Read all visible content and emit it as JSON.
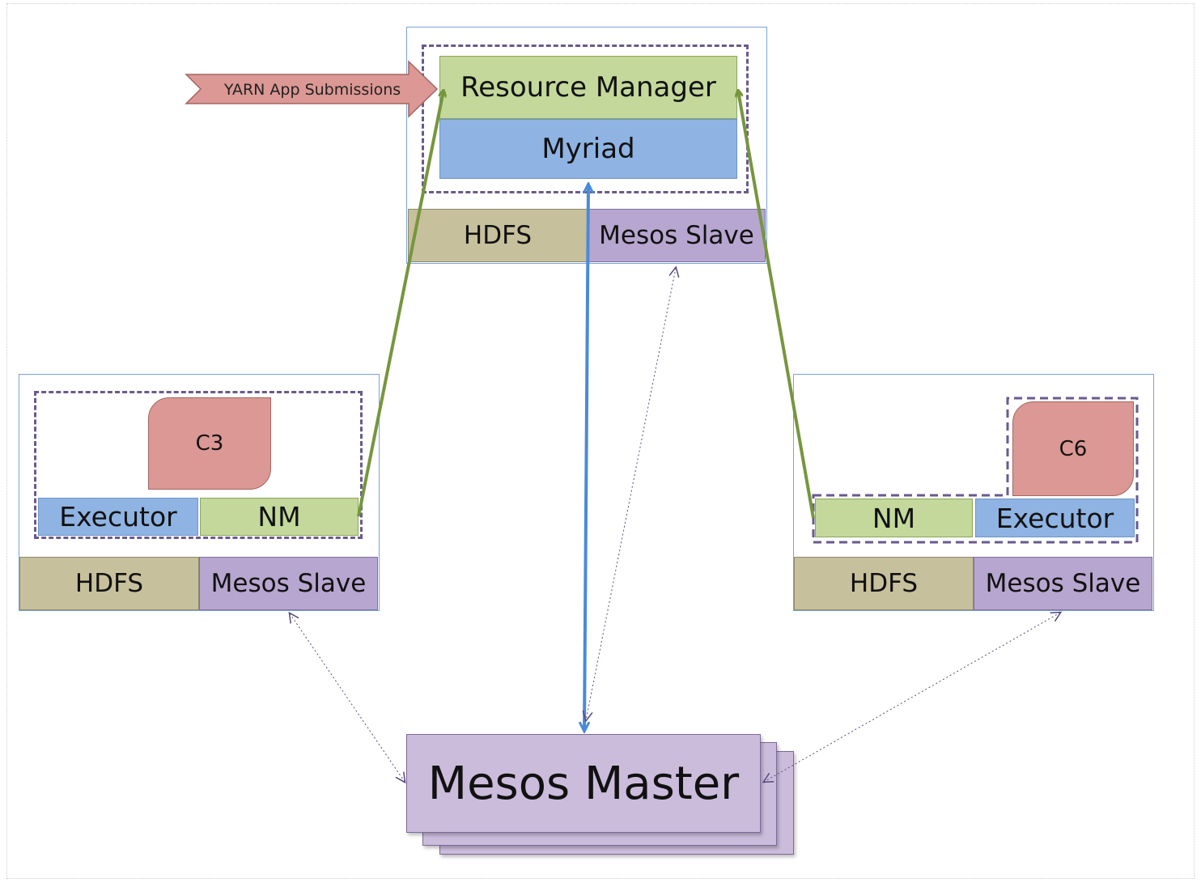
{
  "submission": {
    "label": "YARN App Submissions"
  },
  "top_node": {
    "resource_manager": "Resource Manager",
    "myriad": "Myriad",
    "hdfs": "HDFS",
    "mesos_slave": "Mesos Slave"
  },
  "left_node": {
    "container": "C3",
    "executor": "Executor",
    "nm": "NM",
    "hdfs": "HDFS",
    "mesos_slave": "Mesos Slave"
  },
  "right_node": {
    "container": "C6",
    "nm": "NM",
    "executor": "Executor",
    "hdfs": "HDFS",
    "mesos_slave": "Mesos Slave"
  },
  "master": {
    "label": "Mesos Master"
  },
  "colors": {
    "yarn_green": "#c4d89b",
    "myriad_blue": "#8fb3e2",
    "hdfs_tan": "#c7c09c",
    "mesos_purple": "#b7a6cf",
    "container_red": "#dc9894",
    "link_green": "#76963e",
    "link_blue": "#4a8ad8"
  }
}
